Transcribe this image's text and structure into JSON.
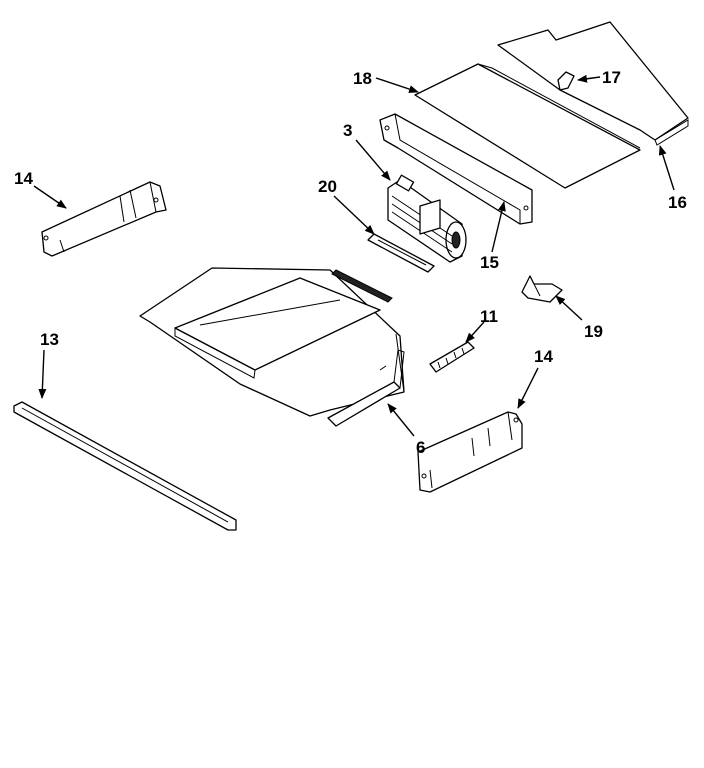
{
  "diagram": {
    "callouts": {
      "c18": "18",
      "c17": "17",
      "c16": "16",
      "c3": "3",
      "c15": "15",
      "c20": "20",
      "c14_left": "14",
      "c14_right": "14",
      "c19": "19",
      "c11": "11",
      "c13": "13",
      "c6": "6"
    }
  }
}
